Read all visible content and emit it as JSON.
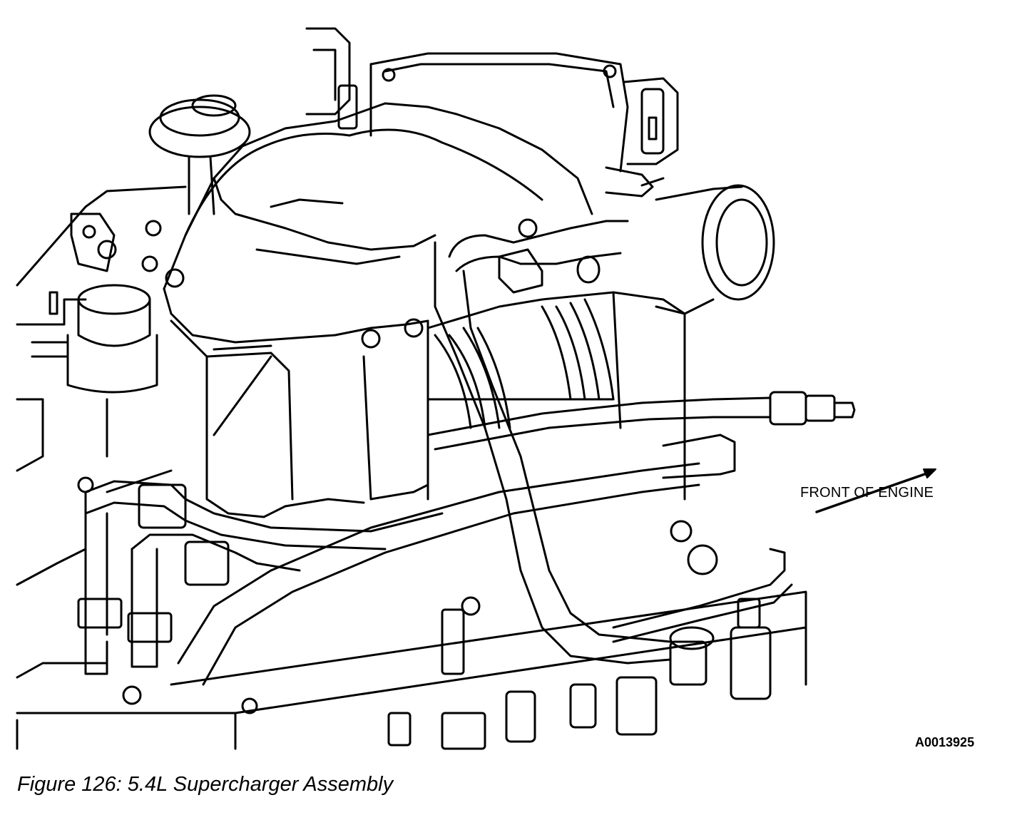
{
  "figure": {
    "caption": "Figure 126: 5.4L Supercharger Assembly",
    "figure_id": "A0013925"
  },
  "labels": {
    "front_of_engine": "FRONT OF ENGINE"
  }
}
